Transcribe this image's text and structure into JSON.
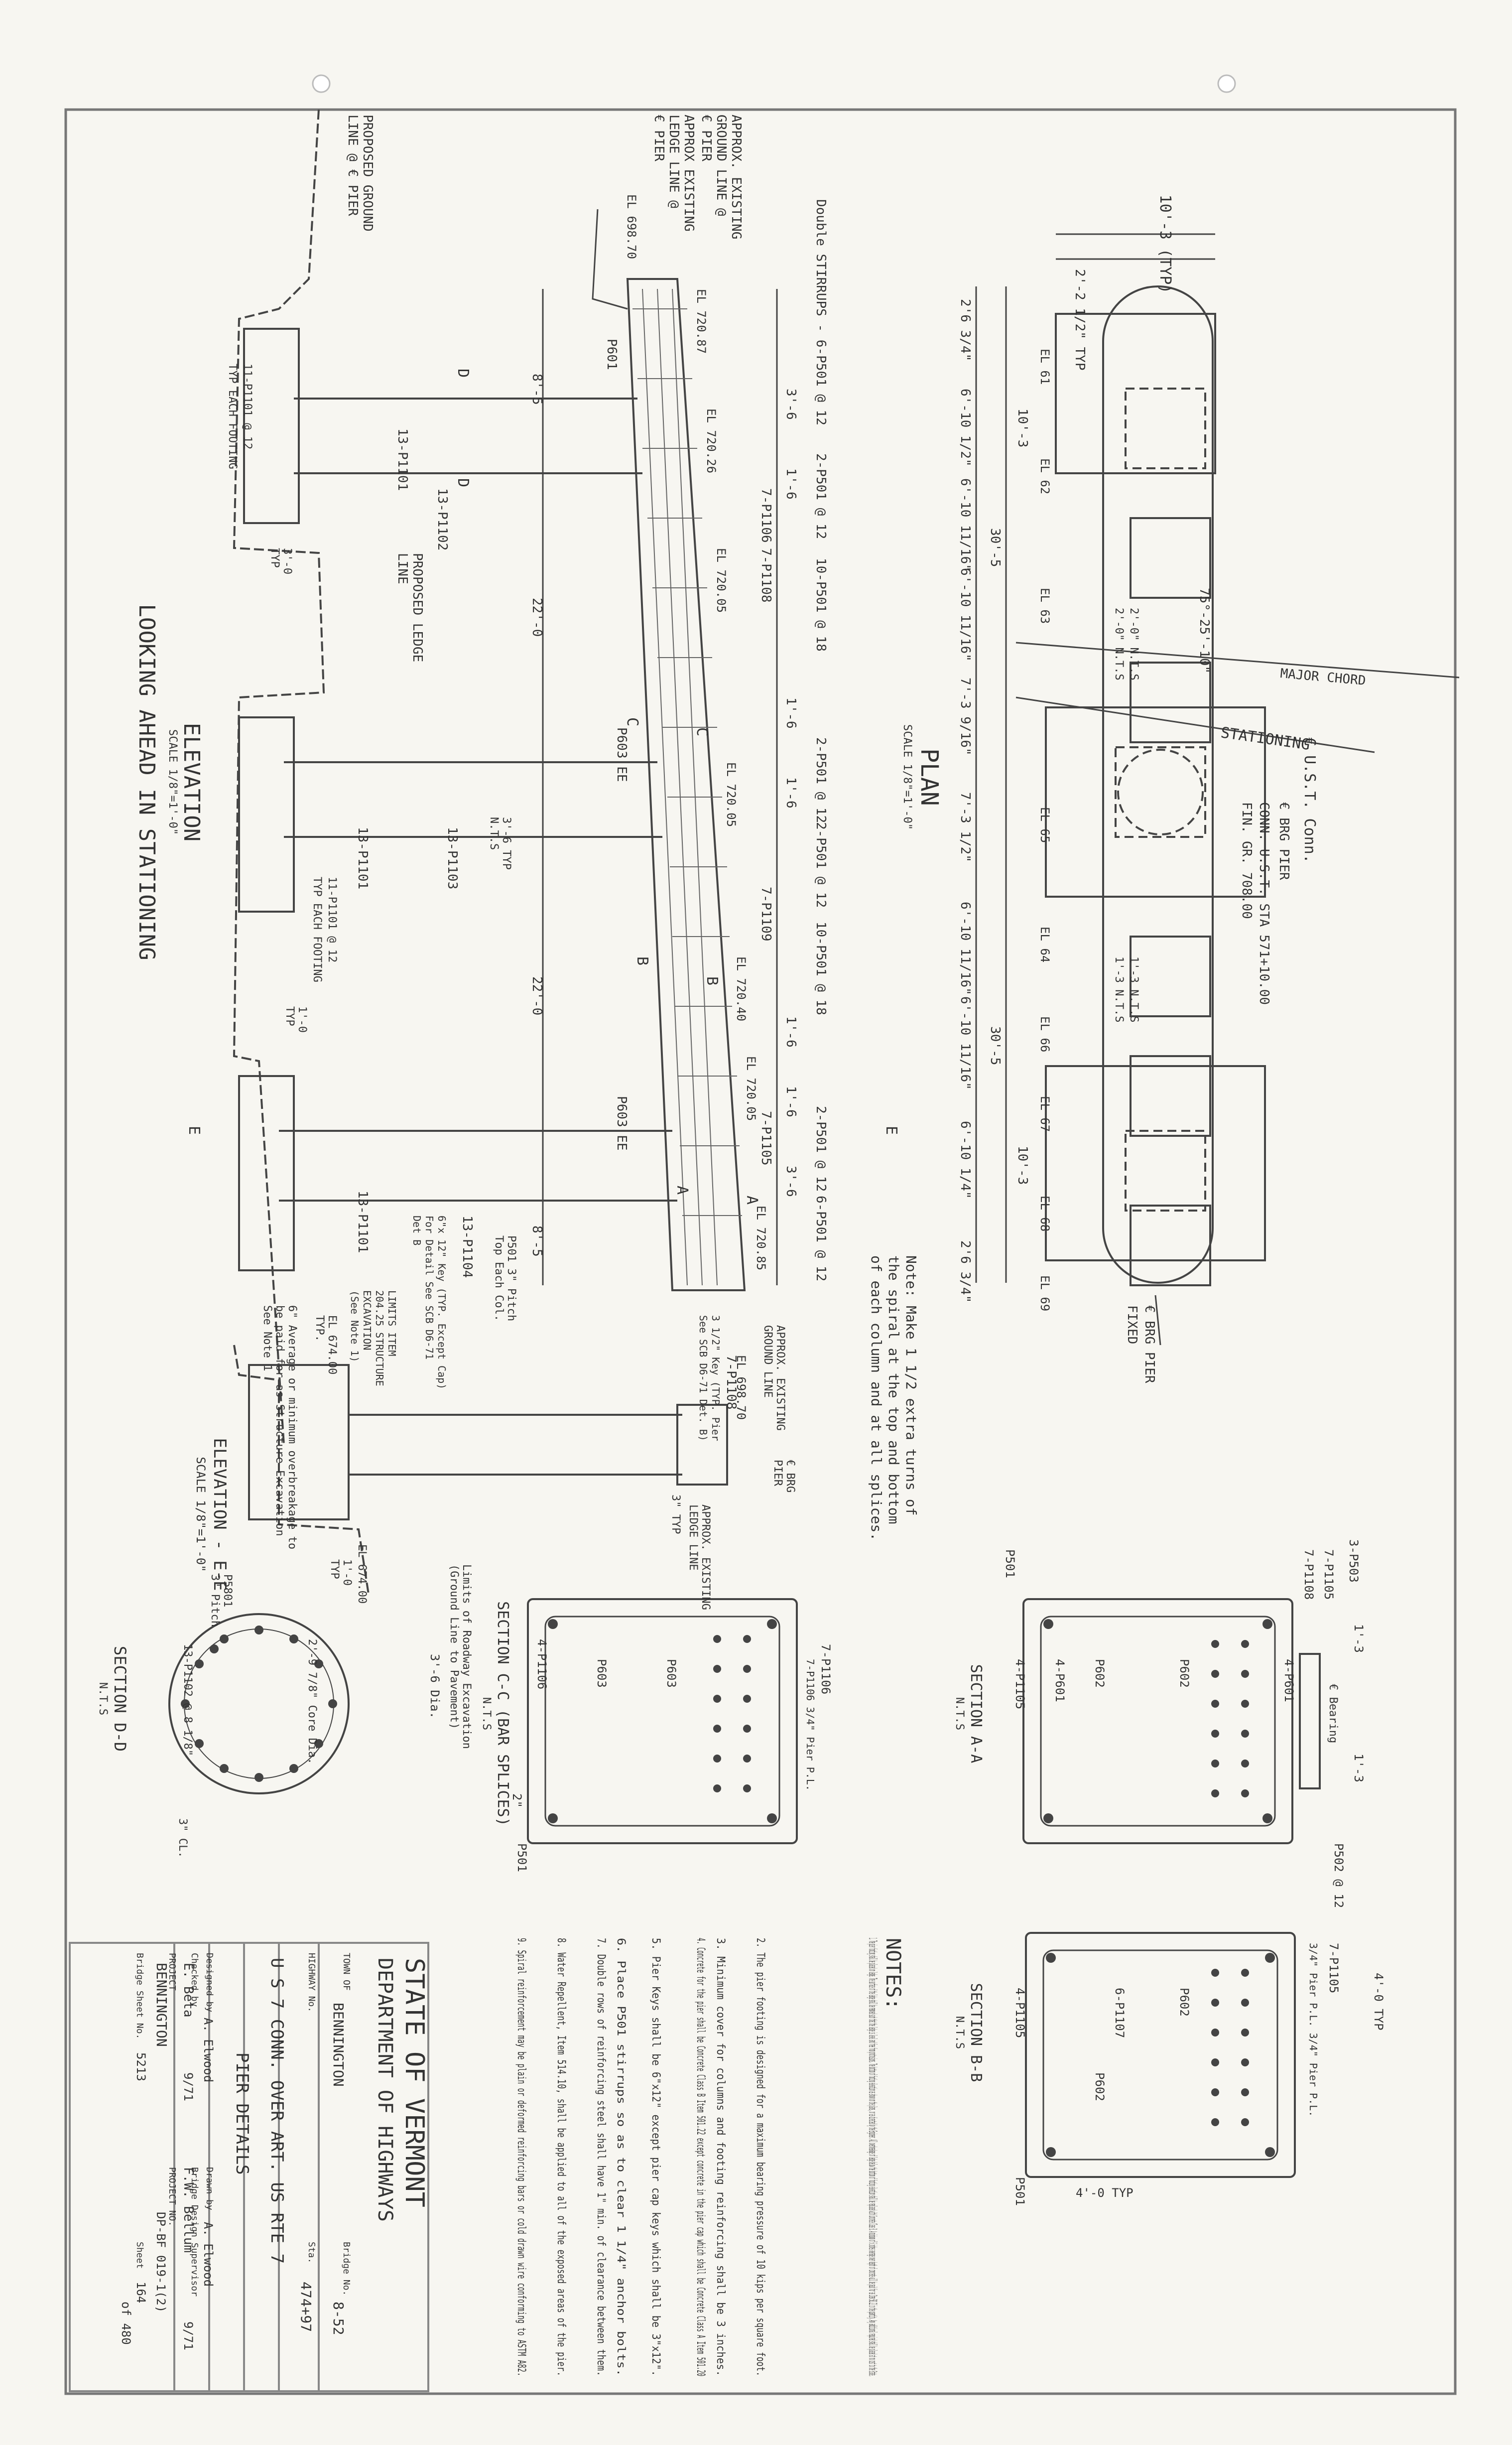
{
  "plan": {
    "title": "PLAN",
    "scale": "SCALE 1/8\"=1'-0\"",
    "pier_width": "10'-3 (TYP)",
    "typ_note": "2'-2 1/2\" TYP",
    "left_dims": [
      "2'6 3/4\"",
      "6'-10 1/2\"",
      "6'-10 11/16\"",
      "6'-10 11/16\"",
      "7'-3 9/16\"",
      "7'-3 1/2\"",
      "6'-10 11/16\"",
      "6'-10 11/16\"",
      "6'-10 1/4\"",
      "2'6 3/4\""
    ],
    "overall_dims": [
      "30'-5",
      "30'-5"
    ],
    "cols_upper": [
      "10'-3",
      "10'-3"
    ],
    "marks": [
      "EL 62",
      "EL 63",
      "EL 64",
      "EL 65",
      "EL 66",
      "EL 67",
      "EL 68",
      "EL 69",
      "EL 61"
    ],
    "nts": [
      "2'-0\" N.T.S",
      "2'-0\" N.T.S",
      "1'-3 N.T.S",
      "1'-3 N.T.S"
    ],
    "angle": "75°-25'-10\"",
    "major_chord": "MAJOR CHORD",
    "stationing": "STATIONING",
    "ust": "€ U.S.T. Conn.",
    "brg_pier_a": "€ BRG PIER",
    "conn_sta": "CONN. U.S.T. STA 571+10.00",
    "fin_gr": "FIN. GR. 708.00",
    "brg_pier_b": "€ BRG PIER",
    "fixed": "FIXED"
  },
  "elevation": {
    "title": "ELEVATION",
    "scale": "SCALE 1/8\"=1'-0\"",
    "looking": "LOOKING AHEAD IN STATIONING",
    "approx_ground": [
      "APPROX. EXISTING",
      "GROUND LINE @",
      "€ PIER"
    ],
    "approx_ledge": [
      "APPROX EXISTING",
      "LEDGE LINE @",
      "€ PIER"
    ],
    "proposed_ground": [
      "PROPOSED GROUND",
      "LINE @ € PIER"
    ],
    "proposed_ledge": [
      "PROPOSED LEDGE",
      "LINE"
    ],
    "double_stirrups": "Double STIRRUPS - 6-P501 @ 12",
    "bars": [
      "2-P501 @ 12",
      "10-P501 @ 18",
      "2-P501 @ 12",
      "2-P501 @ 12",
      "10-P501 @ 18",
      "2-P501 @ 12",
      "6-P501 @ 12"
    ],
    "spacings": [
      "3'-6",
      "1'-6",
      "1'-6",
      "1'-6",
      "1'-6",
      "1'-6",
      "3'-6"
    ],
    "piers": [
      "7-P1106",
      "7-P1108",
      "7-P1109",
      "7-P1105",
      "7-P1108"
    ],
    "els": [
      "EL 720.87",
      "EL 720.26",
      "EL 720.05",
      "EL 720.05",
      "EL 720.40",
      "EL 720.05",
      "EL 720.85"
    ],
    "els_left": [
      "EL 698.70",
      "EL 698.70"
    ],
    "p601": [
      "P601",
      "P603 EE",
      "P603 EE"
    ],
    "dims": [
      "8'-5",
      "22'-0",
      "22'-0",
      "8'-5"
    ],
    "footing": [
      "11-P1101 @ 12",
      "TYP EACH FOOTING",
      "11-P1101 @ 12",
      "TYP EACH FOOTING"
    ],
    "col_bars": [
      "13-P1101",
      "13-P1102",
      "13-P1101",
      "13-P1103",
      "13-P1101",
      "13-P1104"
    ],
    "typ_30": [
      "3'-0",
      "TYP"
    ],
    "typ_15": [
      "1'-0",
      "TYP"
    ],
    "nts_35": [
      "3'-6 TYP",
      "N.T.S"
    ],
    "spiral": [
      "P501 3\" Pitch",
      "Top Each Col."
    ],
    "key": [
      "6\"x 12\" Key (TYP. Except Cap)",
      "For Detail See SCB D6-71",
      "Det B"
    ],
    "key2": [
      "3 1/2\" Key (TYP. Pier",
      "See SCB D6-71 Det. B)"
    ],
    "limits": [
      "LIMITS ITEM",
      "204.25 STRUCTURE",
      "EXCAVATION",
      "(See Note 1)"
    ],
    "el_674": [
      "EL 674.00",
      "TYP."
    ],
    "avg_note": [
      "6\" Average or minimum overbreakage to",
      "be paid for as Structure Excavation",
      "See Note 1"
    ],
    "approx_ground2": [
      "APPROX. EXISTING",
      "GROUND LINE"
    ],
    "approx_ledge2": [
      "APPROX. EXISTING",
      "LEDGE LINE"
    ],
    "brg_pier": [
      "€ BRG",
      "PIER"
    ],
    "typ_3": "3\" TYP",
    "section_markers": [
      "D",
      "D",
      "C",
      "C",
      "B",
      "B",
      "A",
      "A",
      "E",
      "E"
    ]
  },
  "note_spiral": [
    "Note: Make 1 1/2 extra turns of",
    "the spiral at the top and bottom",
    "of each column and at all splices."
  ],
  "elevation_ee": {
    "title": "ELEVATION - E-E",
    "scale": "SCALE 1/8\"=1'-0\"",
    "limits": [
      "Limits of Roadway Excavation",
      "(Ground Line to Pavement)"
    ],
    "dia": "3'-6 Dia.",
    "el": "EL 674.00",
    "typ": [
      "1'-0",
      "TYP"
    ]
  },
  "section_dd": {
    "title": "SECTION D-D",
    "nts": "N.T.S",
    "spiral": [
      "P5801",
      "3\" Pitch"
    ],
    "core": "2'-9 7/8\" Core Dia.",
    "bars": "13-P1102 @ 8 1/8\"",
    "cl": "3\" CL."
  },
  "section_cc": {
    "title": "SECTION C-C (BAR SPLICES)",
    "nts": "N.T.S",
    "labels": [
      "P603",
      "P603",
      "4-P1106",
      "7-P1106",
      "P501",
      "7-P1106 3/4\" Pier P.L.",
      "2\""
    ]
  },
  "section_aa": {
    "title": "SECTION A-A",
    "nts": "N.T.S",
    "labels": [
      "4-P601",
      "P602",
      "P602",
      "4-P601",
      "4-P1105",
      "7-P1105",
      "7-P1108",
      "3-P503",
      "P501",
      "P502 @ 12",
      "€ Bearing"
    ],
    "dims": [
      "1'-3",
      "1'-3"
    ]
  },
  "section_bb": {
    "title": "SECTION B-B",
    "nts": "N.T.S",
    "labels": [
      "P602",
      "P602",
      "4-P1105",
      "6-P1107",
      "7-P1105",
      "3/4\" Pier P.L. 3/4\" Pier P.L.",
      "P501"
    ],
    "width_top": "4'-0 TYP",
    "width_bot": "4'-0 TYP"
  },
  "notes": {
    "title": "NOTES:",
    "items": [
      "1. The pier footing shall be placed on ledge. The surface of the ledge shall be removed such that the ledge is level and free from protrusions. The bottom of footing elevation as shown on the plans, or as directed by the Engineer. All overbreakage of ledge below the bottom of footing elevation shall be replaced with Concrete Class B. A minimum of 6 inches average over depth of concrete will be paid for as Item 501.22 in the quantity. Any additional required shall be placed at no cost to the State.",
      "2. The pier footing is designed for a maximum bearing pressure of 10 kips per square foot.",
      "3. Minimum cover for columns and footing reinforcing shall be 3 inches.",
      "4. Concrete for the pier shall be Concrete Class B Item 501.22 except concrete in the pier cap which shall be Concrete Class A Item 501.20",
      "5. Pier Keys shall be 6\"x12\" except pier cap keys which shall be 3\"x12\".",
      "6. Place P501 stirrups so as to clear 1 1/4\" anchor bolts.",
      "7. Double rows of reinforcing steel shall have 1\" min. of clearance between them.",
      "8. Water Repellent, Item 514.10, shall be applied to all of the exposed areas of the pier.",
      "9. Spiral reinforcement may be plain or deformed reinforcing bars or cold drawn wire conforming to ASTM A82."
    ]
  },
  "title_block": {
    "state": "STATE OF VERMONT",
    "dept": "DEPARTMENT OF HIGHWAYS",
    "town_label": "TOWN OF",
    "town": "BENNINGTON",
    "bridge_no_label": "Bridge No.",
    "bridge_no": "8-52",
    "highway_label": "HIGHWAY No.",
    "station_label": "Sta.",
    "station": "474+97",
    "project_desc": "U S 7 CONN. OVER ART. US RTE 7",
    "sheet_title": "PIER DETAILS",
    "designed_label": "Designed by",
    "designed": "A. Elwood",
    "drawn_label": "Drawn by",
    "drawn": "A. Elwood",
    "checked_label": "Checked by",
    "checked": "E. Beta",
    "date1": "9/71",
    "supv_label": "Bridge Design Supervisor",
    "supv": "F.W. Bellum",
    "date2": "9/71",
    "project_label": "PROJECT",
    "project_no_label": "PROJECT NO.",
    "project": "BENNINGTON",
    "project_no": "DP-BF 019-1(2)",
    "sheet_no_label": "Bridge Sheet No.",
    "sheet_no": "5213",
    "sheet_label": "Sheet",
    "sheet": "164",
    "of": "of 480"
  }
}
